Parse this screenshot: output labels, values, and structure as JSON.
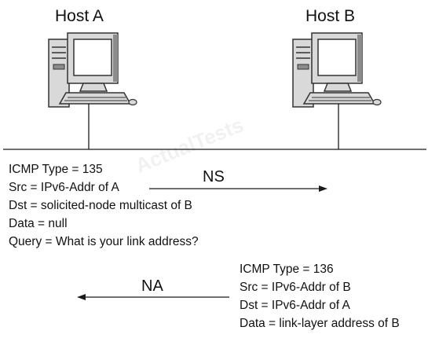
{
  "hosts": [
    {
      "label": "Host A"
    },
    {
      "label": "Host B"
    }
  ],
  "watermark": "ActualTests",
  "messages": {
    "ns": {
      "label": "NS",
      "lines": [
        "ICMP Type = 135",
        "Src = IPv6-Addr of A",
        "Dst = solicited-node multicast of B",
        "Data = null",
        "Query = What is your link address?"
      ]
    },
    "na": {
      "label": "NA",
      "lines": [
        "ICMP Type = 136",
        "Src = IPv6-Addr of B",
        "Dst = IPv6-Addr of A",
        "Data = link-layer address of B"
      ]
    }
  },
  "colors": {
    "line": "#1a1a1a",
    "computer_body": "#d9d9d9",
    "computer_shadow": "#8c8c8c",
    "screen": "#ffffff"
  }
}
